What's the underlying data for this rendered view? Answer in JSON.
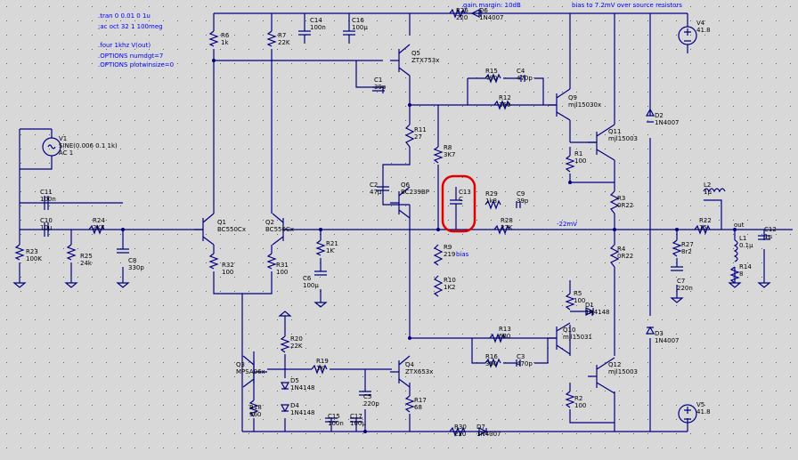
{
  "directives": [
    ".tran 0 0.01 0 1u",
    ";ac oct 32 1 100meg",
    ".four 1khz V(out)",
    ".OPTIONS numdgt=7",
    ".OPTIONS plotwinsize=0"
  ],
  "notes": {
    "gain_margin": "gain margin: 10dB",
    "bias_note": "bias to 7.2mV over source resistors",
    "bias_net": "bias",
    "dc_offset": "-22mV",
    "out_net": "out"
  },
  "components": [
    {
      "id": "V1",
      "name": "V1",
      "value": "SINE(0.006 0.1 1k)",
      "extra": "AC 1",
      "kind": "vsrc"
    },
    {
      "id": "V4",
      "name": "V4",
      "value": "41.8",
      "kind": "vsrc"
    },
    {
      "id": "V5",
      "name": "V5",
      "value": "41.8",
      "kind": "vsrc"
    },
    {
      "id": "R6",
      "name": "R6",
      "value": "1k",
      "kind": "res"
    },
    {
      "id": "R7",
      "name": "R7",
      "value": "22K",
      "kind": "res"
    },
    {
      "id": "C14",
      "name": "C14",
      "value": "100n",
      "kind": "cap"
    },
    {
      "id": "C16",
      "name": "C16",
      "value": "100μ",
      "kind": "cap"
    },
    {
      "id": "R26",
      "name": "R26",
      "value": "220",
      "kind": "res"
    },
    {
      "id": "D6",
      "name": "D6",
      "value": "1N4007",
      "kind": "diode"
    },
    {
      "id": "Q5",
      "name": "Q5",
      "value": "ZTX753x",
      "kind": "bjt"
    },
    {
      "id": "C1",
      "name": "C1",
      "value": "39p",
      "kind": "cap"
    },
    {
      "id": "R15",
      "name": "R15",
      "value": "490",
      "kind": "res"
    },
    {
      "id": "C4",
      "name": "C4",
      "value": "470p",
      "kind": "cap"
    },
    {
      "id": "R12",
      "name": "R12",
      "value": "150",
      "kind": "res"
    },
    {
      "id": "Q9",
      "name": "Q9",
      "value": "mjl15030x",
      "kind": "bjt"
    },
    {
      "id": "D2",
      "name": "D2",
      "value": "1N4007",
      "kind": "diode"
    },
    {
      "id": "Q11",
      "name": "Q11",
      "value": "mjl15003",
      "kind": "bjt"
    },
    {
      "id": "R11",
      "name": "R11",
      "value": "27",
      "kind": "res"
    },
    {
      "id": "R8",
      "name": "R8",
      "value": "3K7",
      "kind": "res"
    },
    {
      "id": "R1",
      "name": "R1",
      "value": "100",
      "kind": "res"
    },
    {
      "id": "C11",
      "name": "C11",
      "value": "100n",
      "kind": "cap"
    },
    {
      "id": "C10",
      "name": "C10",
      "value": "10μ",
      "kind": "cap"
    },
    {
      "id": "Q6",
      "name": "Q6",
      "value": "BC239BP",
      "kind": "bjt"
    },
    {
      "id": "C2",
      "name": "C2",
      "value": "47μ",
      "kind": "cap"
    },
    {
      "id": "C13",
      "name": "C13",
      "value": "C",
      "kind": "cap"
    },
    {
      "id": "R29",
      "name": "R29",
      "value": "1k8",
      "kind": "res"
    },
    {
      "id": "C9",
      "name": "C9",
      "value": "39p",
      "kind": "cap"
    },
    {
      "id": "R3",
      "name": "R3",
      "value": "0R22",
      "kind": "res"
    },
    {
      "id": "L2",
      "name": "L2",
      "value": "1μ",
      "kind": "ind"
    },
    {
      "id": "R24",
      "name": "R24",
      "value": "2K7",
      "kind": "res"
    },
    {
      "id": "Q1",
      "name": "Q1",
      "value": "BC550Cx",
      "kind": "bjt"
    },
    {
      "id": "Q2",
      "name": "Q2",
      "value": "BC550Cx",
      "kind": "bjt"
    },
    {
      "id": "R28",
      "name": "R28",
      "value": "27K",
      "kind": "res"
    },
    {
      "id": "R22",
      "name": "R22",
      "value": "15",
      "kind": "res"
    },
    {
      "id": "C12",
      "name": "C12",
      "value": "1μ",
      "kind": "cap"
    },
    {
      "id": "R23",
      "name": "R23",
      "value": "100K",
      "kind": "res"
    },
    {
      "id": "R25",
      "name": "R25",
      "value": "24k",
      "kind": "res"
    },
    {
      "id": "C8",
      "name": "C8",
      "value": "330p",
      "kind": "cap"
    },
    {
      "id": "R21",
      "name": "R21",
      "value": "1K",
      "kind": "res"
    },
    {
      "id": "R9",
      "name": "R9",
      "value": "219",
      "kind": "res"
    },
    {
      "id": "R4",
      "name": "R4",
      "value": "0R22",
      "kind": "res"
    },
    {
      "id": "R27",
      "name": "R27",
      "value": "8r2",
      "kind": "res"
    },
    {
      "id": "L1",
      "name": "L1",
      "value": "0.1μ",
      "kind": "ind"
    },
    {
      "id": "R32",
      "name": "R32",
      "value": "100",
      "kind": "res"
    },
    {
      "id": "R31",
      "name": "R31",
      "value": "100",
      "kind": "res"
    },
    {
      "id": "C6",
      "name": "C6",
      "value": "100μ",
      "kind": "cap"
    },
    {
      "id": "R10",
      "name": "R10",
      "value": "1K2",
      "kind": "res"
    },
    {
      "id": "C7",
      "name": "C7",
      "value": "220n",
      "kind": "cap"
    },
    {
      "id": "R14",
      "name": "R14",
      "value": "8",
      "kind": "res"
    },
    {
      "id": "R5",
      "name": "R5",
      "value": "100",
      "kind": "res"
    },
    {
      "id": "D1",
      "name": "D1",
      "value": "1N4148",
      "kind": "diode"
    },
    {
      "id": "R20",
      "name": "R20",
      "value": "22K",
      "kind": "res"
    },
    {
      "id": "R13",
      "name": "R13",
      "value": "680",
      "kind": "res"
    },
    {
      "id": "Q10",
      "name": "Q10",
      "value": "mjl15031",
      "kind": "bjt"
    },
    {
      "id": "D3",
      "name": "D3",
      "value": "1N4007",
      "kind": "diode"
    },
    {
      "id": "Q3",
      "name": "Q3",
      "value": "MPSA06x",
      "kind": "bjt"
    },
    {
      "id": "R19",
      "name": "R19",
      "value": "1K",
      "kind": "res"
    },
    {
      "id": "Q4",
      "name": "Q4",
      "value": "ZTX653x",
      "kind": "bjt"
    },
    {
      "id": "R16",
      "name": "R16",
      "value": "390",
      "kind": "res"
    },
    {
      "id": "C3",
      "name": "C3",
      "value": "470p",
      "kind": "cap"
    },
    {
      "id": "Q12",
      "name": "Q12",
      "value": "mjl15003",
      "kind": "bjt"
    },
    {
      "id": "D5",
      "name": "D5",
      "value": "1N4148",
      "kind": "diode"
    },
    {
      "id": "D4",
      "name": "D4",
      "value": "1N4148",
      "kind": "diode"
    },
    {
      "id": "R18",
      "name": "R18",
      "value": "560",
      "kind": "res"
    },
    {
      "id": "C5",
      "name": "C5",
      "value": "220p",
      "kind": "cap"
    },
    {
      "id": "C15",
      "name": "C15",
      "value": "100n",
      "kind": "cap"
    },
    {
      "id": "C17",
      "name": "C17",
      "value": "100μ",
      "kind": "cap"
    },
    {
      "id": "R17",
      "name": "R17",
      "value": "68",
      "kind": "res"
    },
    {
      "id": "R2",
      "name": "R2",
      "value": "100",
      "kind": "res"
    },
    {
      "id": "R30",
      "name": "R30",
      "value": "220",
      "kind": "res"
    },
    {
      "id": "D7",
      "name": "D7",
      "value": "1N4007",
      "kind": "diode"
    }
  ],
  "highlight": {
    "target": "C13",
    "color": "#e00000"
  }
}
